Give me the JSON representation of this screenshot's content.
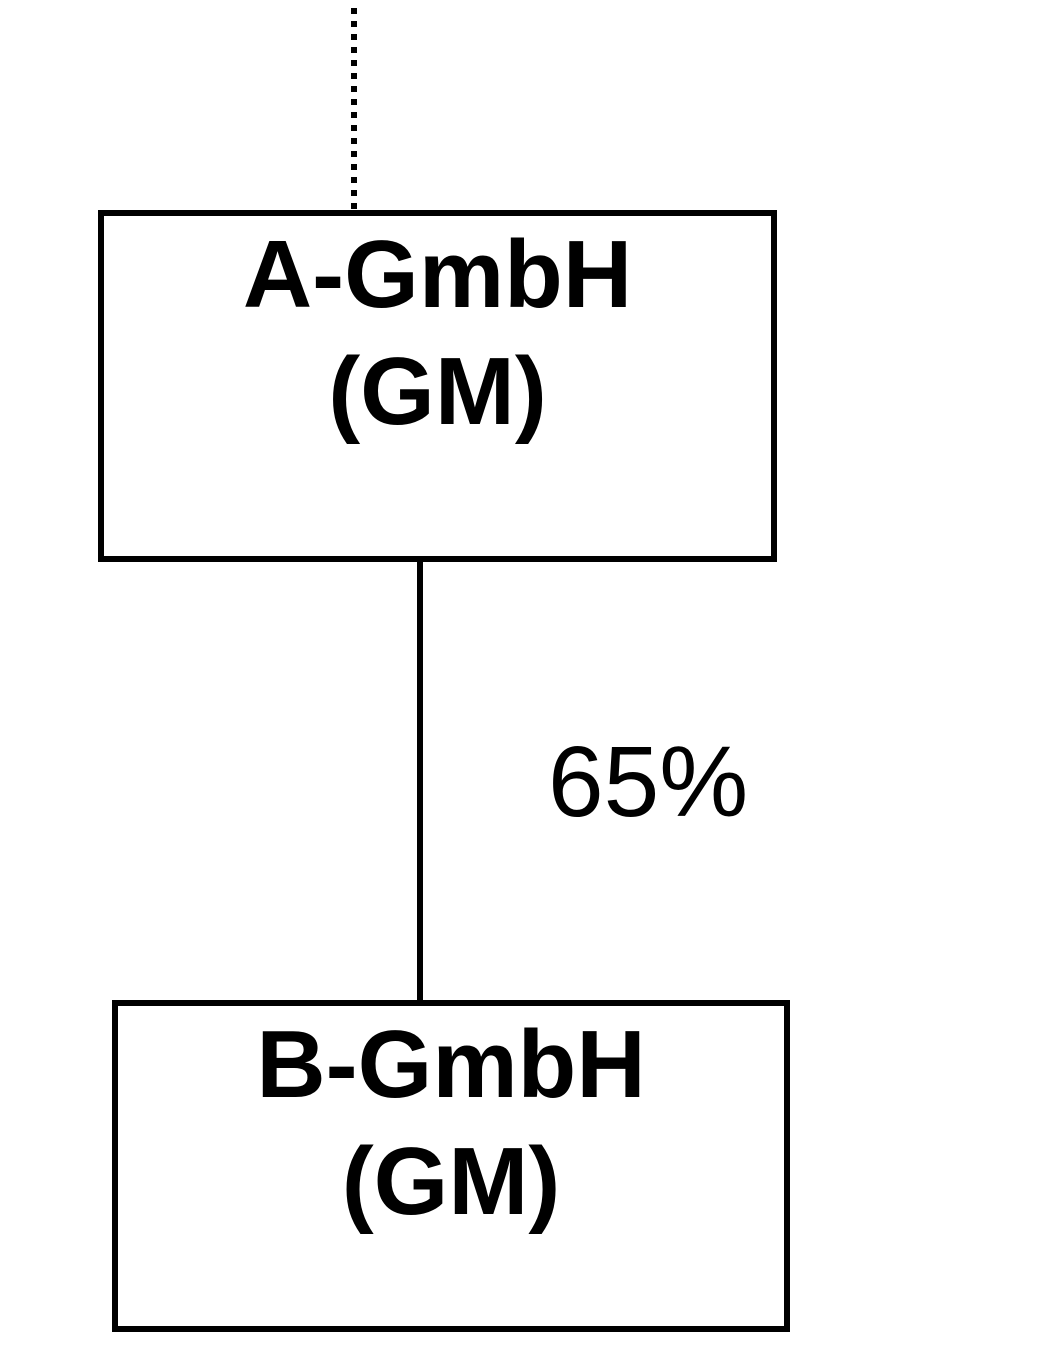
{
  "page": {
    "background_color": "#ffffff",
    "ink_color": "#000000"
  },
  "diagram": {
    "type": "ownership-structure",
    "continuation_line": {
      "style": "dotted",
      "meaning": "link-continuing-upward-off-canvas"
    },
    "nodes": [
      {
        "name": "A-GmbH",
        "role": "(GM)"
      },
      {
        "name": "B-GmbH",
        "role": "(GM)"
      }
    ],
    "edge": {
      "from": "A-GmbH",
      "to": "B-GmbH",
      "label": "65%",
      "style": "solid"
    }
  }
}
